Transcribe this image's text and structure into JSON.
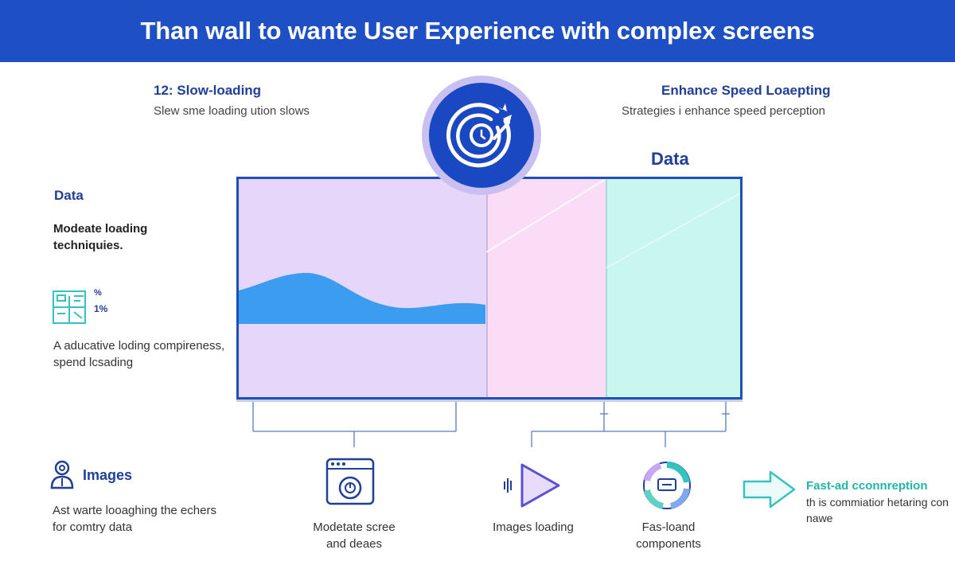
{
  "header": {
    "title": "Than wall to wante User Experience with complex screens"
  },
  "top_left": {
    "title": "12: Slow-loading",
    "subtitle": "Slew sme loading ution slows"
  },
  "top_right": {
    "title": "Enhance Speed  Loaepting",
    "subtitle": "Strategies i enhance speed perception"
  },
  "data_right": {
    "label": "Data"
  },
  "left_col": {
    "data_label": "Data",
    "moderate": "Modeate loading techniquies.",
    "pct_symbol": "%",
    "pct_value": "1%",
    "adaptive": "A aducative loding compireness, spend lcsading",
    "images_title": "Images",
    "images_sub": "Ast warte looaghing the echers for comtry data"
  },
  "bottom": {
    "moderate_screens": "Modetate scree and deaes",
    "images_loading": "Images loading",
    "fast_components": "Fas-loand components",
    "fast_title": "Fast-ad cconnreption",
    "fast_sub": "th is commiatior hetaring con nawe"
  },
  "colors": {
    "banner": "#1e4fc4",
    "accent_blue": "#1f3f99",
    "panel_border": "#1f4fb8",
    "panel_purple": "#e6d6f9",
    "panel_pink": "#fbdcf7",
    "panel_teal": "#c9f6ee",
    "wave": "#3b9cf0",
    "teal_icon": "#35c3c0"
  },
  "icons": [
    "speed-clock-icon",
    "chart-grid-icon",
    "user-icon",
    "browser-window-icon",
    "play-icon",
    "audio-bars-icon",
    "component-ring-icon",
    "arrow-right-icon"
  ]
}
